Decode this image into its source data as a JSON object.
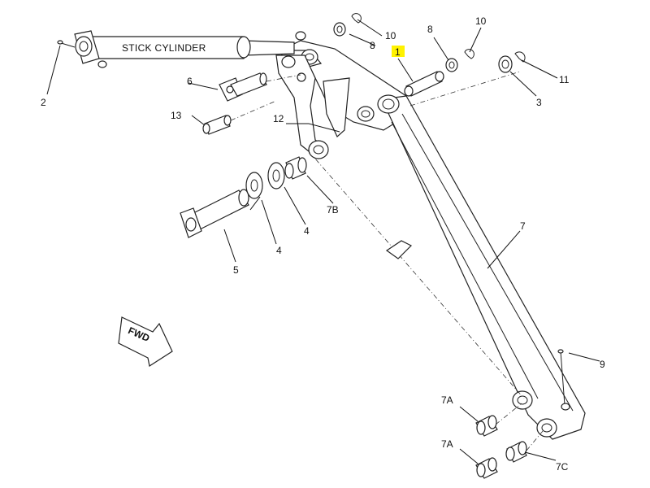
{
  "stick_cylinder_label": "STICK CYLINDER",
  "fwd_label": "FWD",
  "highlight_color": "#fff200",
  "callouts": {
    "c1": "1",
    "c2": "2",
    "c3": "3",
    "c4a": "4",
    "c4b": "4",
    "c5": "5",
    "c6": "6",
    "c7": "7",
    "c7a1": "7A",
    "c7a2": "7A",
    "c7b": "7B",
    "c7c": "7C",
    "c8a": "8",
    "c8b": "8",
    "c9": "9",
    "c10a": "10",
    "c10b": "10",
    "c11": "11",
    "c12": "12",
    "c13": "13"
  }
}
